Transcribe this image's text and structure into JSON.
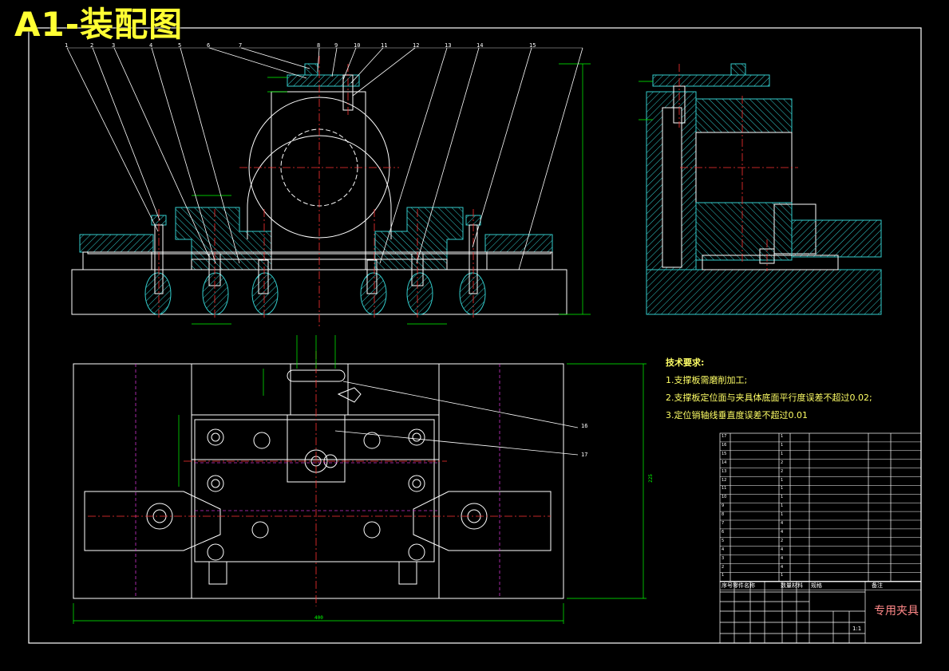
{
  "title": "A1-装配图",
  "balloons": [
    "1",
    "2",
    "3",
    "4",
    "5",
    "6",
    "7",
    "8",
    "9",
    "10",
    "11",
    "12",
    "13",
    "14",
    "15",
    "16",
    "17"
  ],
  "tech_requirements": {
    "heading": "技术要求:",
    "items": [
      "1.支撑板需磨削加工;",
      "2.支撑板定位面与夹具体底面平行度误差不超过0.02;",
      "3.定位销轴线垂直度误差不超过0.01"
    ]
  },
  "bom": {
    "header": [
      "序号",
      "零件名称",
      "数量",
      "材料",
      "规格",
      "备注"
    ],
    "rows": [
      [
        "17",
        "",
        "1",
        "",
        "",
        ""
      ],
      [
        "16",
        "",
        "1",
        "",
        "",
        ""
      ],
      [
        "15",
        "",
        "1",
        "",
        "",
        ""
      ],
      [
        "14",
        "",
        "2",
        "",
        "",
        ""
      ],
      [
        "13",
        "",
        "2",
        "",
        "",
        ""
      ],
      [
        "12",
        "",
        "1",
        "",
        "",
        ""
      ],
      [
        "11",
        "",
        "1",
        "",
        "",
        ""
      ],
      [
        "10",
        "",
        "1",
        "",
        "",
        ""
      ],
      [
        "9",
        "",
        "1",
        "",
        "",
        ""
      ],
      [
        "8",
        "",
        "1",
        "",
        "",
        ""
      ],
      [
        "7",
        "",
        "4",
        "",
        "",
        ""
      ],
      [
        "6",
        "",
        "4",
        "",
        "",
        ""
      ],
      [
        "5",
        "",
        "2",
        "",
        "",
        ""
      ],
      [
        "4",
        "",
        "4",
        "",
        "",
        ""
      ],
      [
        "3",
        "",
        "4",
        "",
        "",
        ""
      ],
      [
        "2",
        "",
        "4",
        "",
        "",
        ""
      ],
      [
        "1",
        "",
        "1",
        "",
        "",
        ""
      ]
    ]
  },
  "title_block": {
    "drawing_name": "专用夹具",
    "scale": "1:1"
  },
  "dimensions": {
    "overall_width": "400",
    "overall_height": "225"
  },
  "colors": {
    "background": "#000000",
    "line": "#ffffff",
    "center": "#ff3333",
    "hatch": "#33cccc",
    "dimension": "#00ff00",
    "hidden": "#cc33cc",
    "leader": "#ffffff"
  }
}
